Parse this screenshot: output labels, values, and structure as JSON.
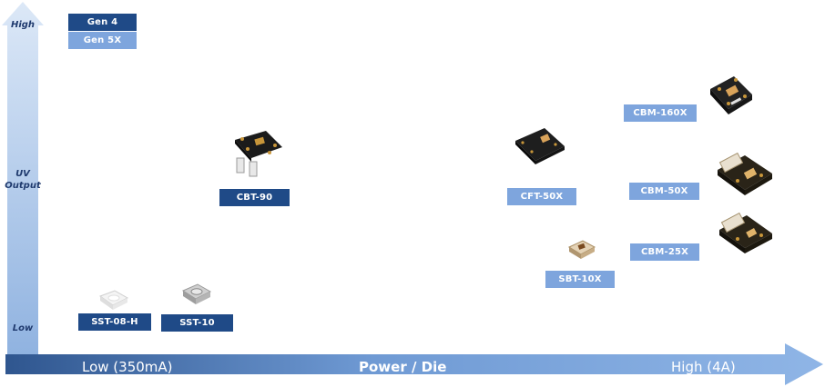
{
  "y_axis": {
    "high": "High",
    "mid_line1": "UV",
    "mid_line2": "Output",
    "low": "Low"
  },
  "x_axis": {
    "low": "Low (350mA)",
    "title": "Power / Die",
    "high": "High (4A)"
  },
  "legend": {
    "gen4": "Gen 4",
    "gen5x": "Gen 5X"
  },
  "products": {
    "sst08h": "SST-08-H",
    "sst10": "SST-10",
    "cbt90": "CBT-90",
    "cft50x": "CFT-50X",
    "sbt10x": "SBT-10X",
    "cbm160x": "CBM-160X",
    "cbm50x": "CBM-50X",
    "cbm25x": "CBM-25X"
  },
  "colors": {
    "gen4": "#1f4a87",
    "gen5x": "#7ea5dd",
    "axis": "#7ea5dd"
  }
}
